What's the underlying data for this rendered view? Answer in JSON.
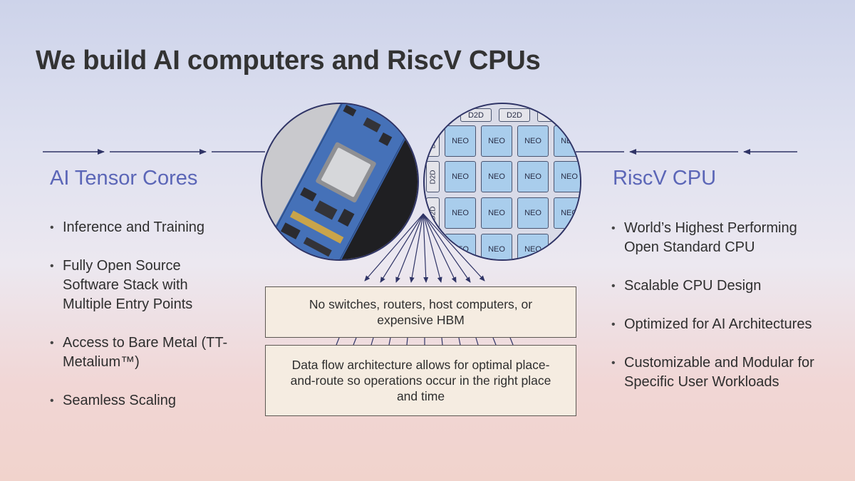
{
  "slide": {
    "title": "We build AI computers and RiscV CPUs"
  },
  "left": {
    "heading": "AI Tensor Cores",
    "bullets": [
      "Inference and Training",
      "Fully Open Source Software Stack with Multiple Entry Points",
      "Access to Bare Metal (TT-Metalium™)",
      "Seamless Scaling"
    ]
  },
  "right": {
    "heading": "RiscV CPU",
    "bullets": [
      "World’s Highest Performing Open Standard CPU",
      "Scalable CPU Design",
      "Optimized for AI Architectures",
      "Customizable and Modular for Specific User Workloads"
    ]
  },
  "chip_grid": {
    "core_label": "NEO",
    "die_link_label": "D2D"
  },
  "callouts": {
    "box1": "No switches, routers, host computers, or expensive HBM",
    "box2": "Data flow architecture allows for optimal place-and-route so operations occur in the right place and time"
  },
  "colors": {
    "heading": "#5b66b7",
    "neo_tile": "#a9cdec",
    "callout_fill": "#f5ece1",
    "arrow": "#2f3466"
  }
}
